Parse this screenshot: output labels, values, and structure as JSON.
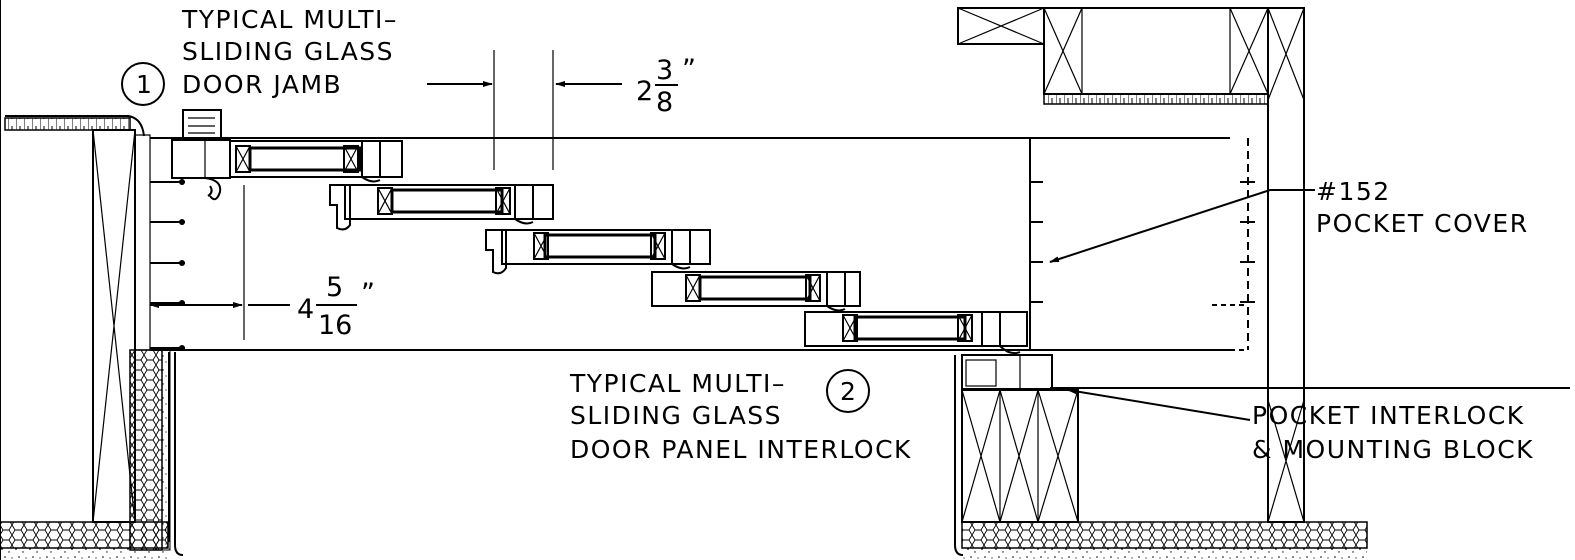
{
  "labels": {
    "jamb": {
      "number": "1",
      "lines": [
        "TYPICAL MULTI–",
        "SLIDING GLASS",
        "DOOR JAMB"
      ]
    },
    "interlock": {
      "number": "2",
      "lines": [
        "TYPICAL MULTI–",
        "SLIDING GLASS",
        "DOOR PANEL INTERLOCK"
      ]
    },
    "pocket_cover": {
      "lines": [
        "#152",
        "POCKET COVER"
      ]
    },
    "pocket_interlock": {
      "lines": [
        "POCKET INTERLOCK",
        "& MOUNTING BLOCK"
      ]
    }
  },
  "dimensions": {
    "panel_offset": {
      "whole": "2",
      "numerator": "3",
      "denominator": "8",
      "unit": "”"
    },
    "jamb_offset": {
      "whole": "4",
      "numerator": "5",
      "denominator": "16",
      "unit": "”"
    }
  }
}
